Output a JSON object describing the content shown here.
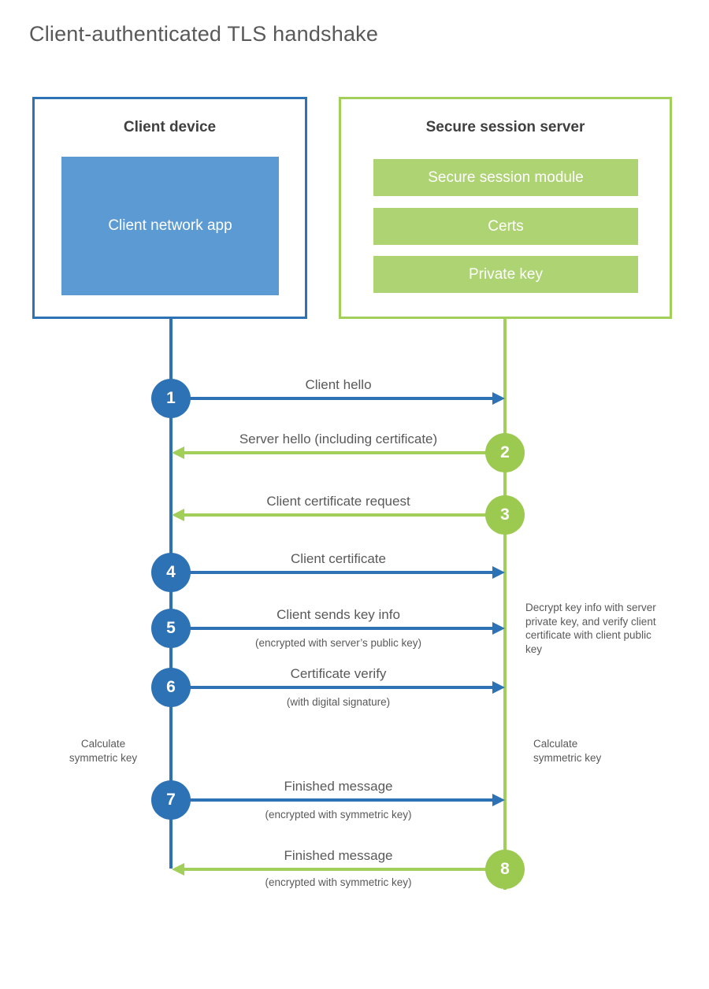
{
  "title": "Client-authenticated TLS handshake",
  "colors": {
    "blue": "#2c72b5",
    "blue_fill": "#5b9ad2",
    "green": "#a2ce5a",
    "green_circle": "#9cca50",
    "green_fill": "#aed373",
    "text": "#595959",
    "heading": "#3f3f3f"
  },
  "client": {
    "title": "Client device",
    "app_label": "Client network app"
  },
  "server": {
    "title": "Secure session server",
    "modules": [
      "Secure session module",
      "Certs",
      "Private key"
    ]
  },
  "messages": [
    {
      "num": "1",
      "label": "Client hello",
      "sublabel": "",
      "direction": "right",
      "from": "client"
    },
    {
      "num": "2",
      "label": "Server hello (including certificate)",
      "sublabel": "",
      "direction": "left",
      "from": "server"
    },
    {
      "num": "3",
      "label": "Client certificate request",
      "sublabel": "",
      "direction": "left",
      "from": "server"
    },
    {
      "num": "4",
      "label": "Client certificate",
      "sublabel": "",
      "direction": "right",
      "from": "client"
    },
    {
      "num": "5",
      "label": "Client sends key info",
      "sublabel": "(encrypted with server’s public key)",
      "direction": "right",
      "from": "client"
    },
    {
      "num": "6",
      "label": "Certificate verify",
      "sublabel": "(with digital signature)",
      "direction": "right",
      "from": "client"
    },
    {
      "num": "7",
      "label": "Finished message",
      "sublabel": "(encrypted with symmetric key)",
      "direction": "right",
      "from": "client"
    },
    {
      "num": "8",
      "label": "Finished message",
      "sublabel": "(encrypted with symmetric key)",
      "direction": "left",
      "from": "server"
    }
  ],
  "annotations": {
    "decrypt_note": "Decrypt key info with server private key, and verify client certificate with client public key",
    "calc_left": "Calculate symmetric key",
    "calc_right": "Calculate symmetric key"
  }
}
